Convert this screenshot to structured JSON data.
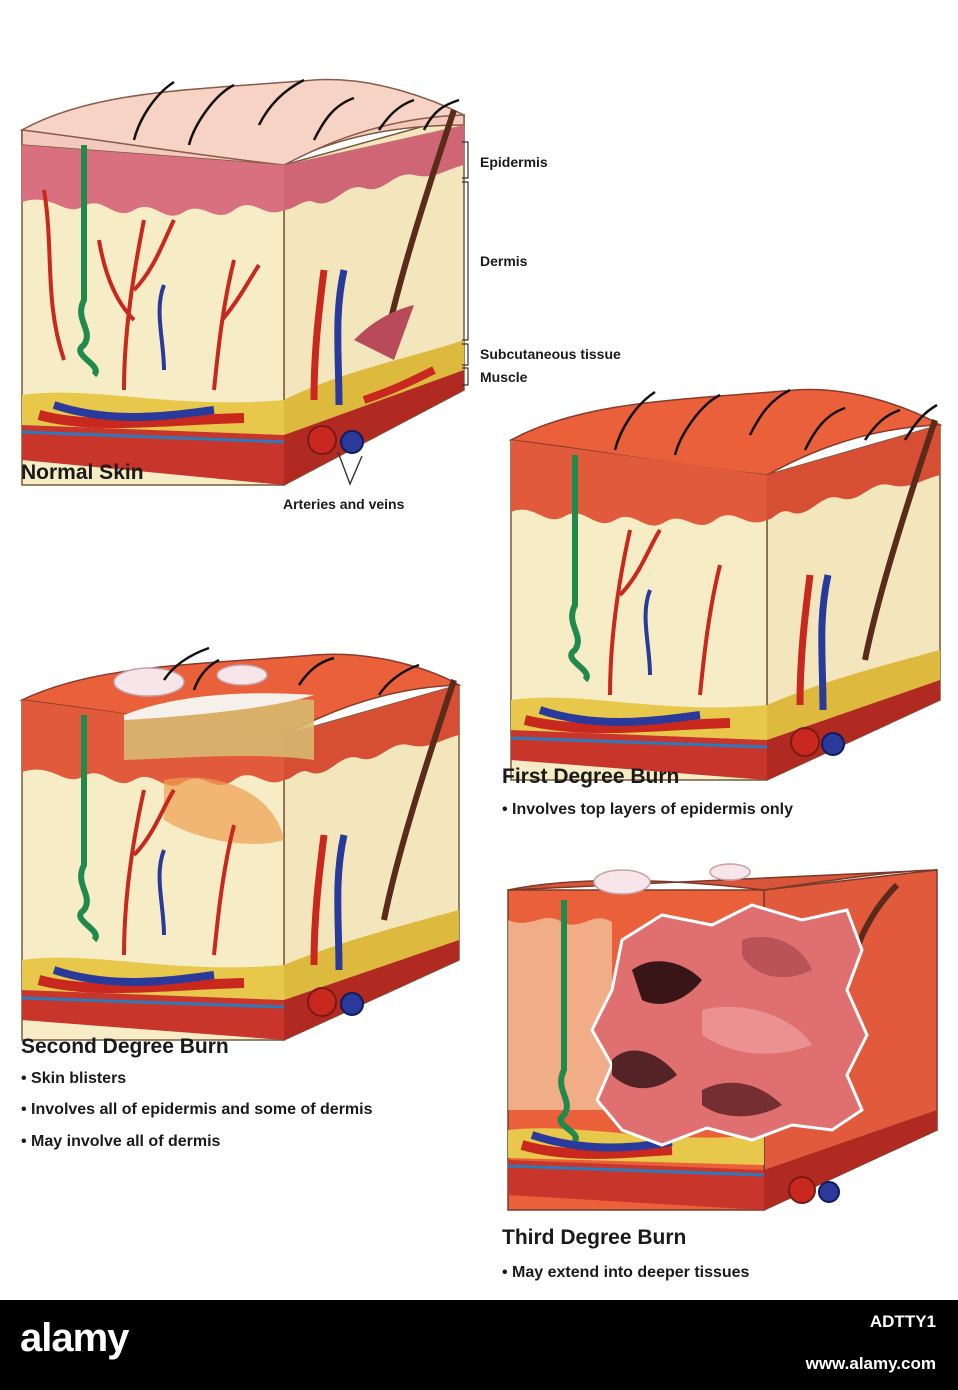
{
  "layers": {
    "epidermis": "Epidermis",
    "dermis": "Dermis",
    "subcutaneous": "Subcutaneous tissue",
    "muscle": "Muscle",
    "vessels": "Arteries and veins"
  },
  "panels": {
    "normal": {
      "title": "Normal Skin"
    },
    "first": {
      "title": "First Degree Burn",
      "bullets": [
        "• Involves top layers of epidermis only"
      ]
    },
    "second": {
      "title": "Second Degree Burn",
      "bullets": [
        "• Skin blisters",
        "• Involves all of epidermis and some of dermis",
        "• May involve all of dermis"
      ]
    },
    "third": {
      "title": "Third Degree Burn",
      "bullets": [
        "• May extend into deeper tissues"
      ]
    }
  },
  "footer": {
    "brand": "alamy",
    "image_id": "ADTTY1",
    "url": "www.alamy.com"
  },
  "colors": {
    "normal_top": "#f4c9bd",
    "burn_top": "#e9603a",
    "dermis": "#f6ecc6",
    "epidermis_band": "#d9707f",
    "fat": "#e8c84a",
    "muscle": "#c8352a",
    "artery": "#c8281e",
    "vein": "#2a3a9a",
    "nerve": "#1f8a4c",
    "char": "#3a1518"
  }
}
